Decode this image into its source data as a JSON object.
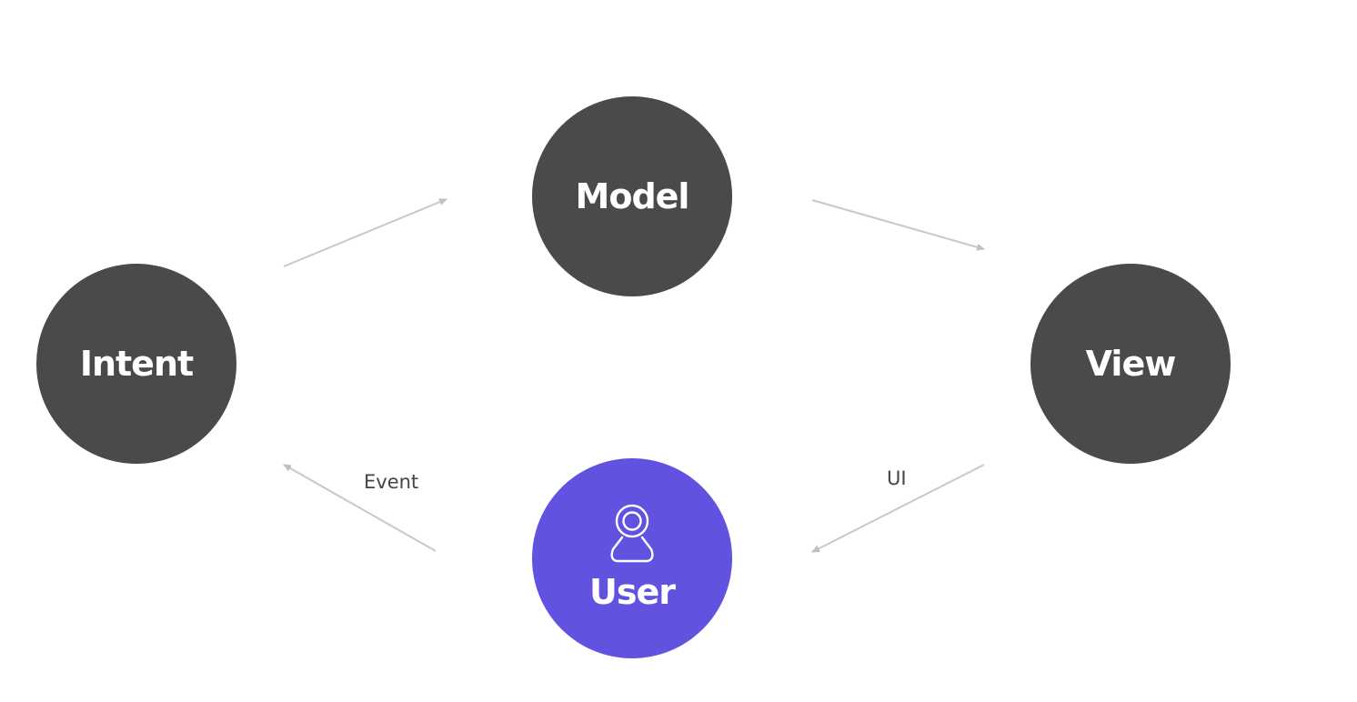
{
  "nodes": {
    "model": {
      "label": "Model"
    },
    "intent": {
      "label": "Intent"
    },
    "view": {
      "label": "View"
    },
    "user": {
      "label": "User",
      "icon": "user-icon"
    }
  },
  "edges": [
    {
      "from": "intent",
      "to": "model",
      "label": ""
    },
    {
      "from": "model",
      "to": "view",
      "label": ""
    },
    {
      "from": "view",
      "to": "user",
      "label": "UI"
    },
    {
      "from": "user",
      "to": "intent",
      "label": "Event"
    }
  ],
  "edge_labels": {
    "event": "Event",
    "ui": "UI"
  },
  "colors": {
    "node": "#4a4a4a",
    "user_node": "#6153e0",
    "arrow": "#c8c8c8",
    "text_on_node": "#ffffff",
    "edge_label": "#444444"
  }
}
